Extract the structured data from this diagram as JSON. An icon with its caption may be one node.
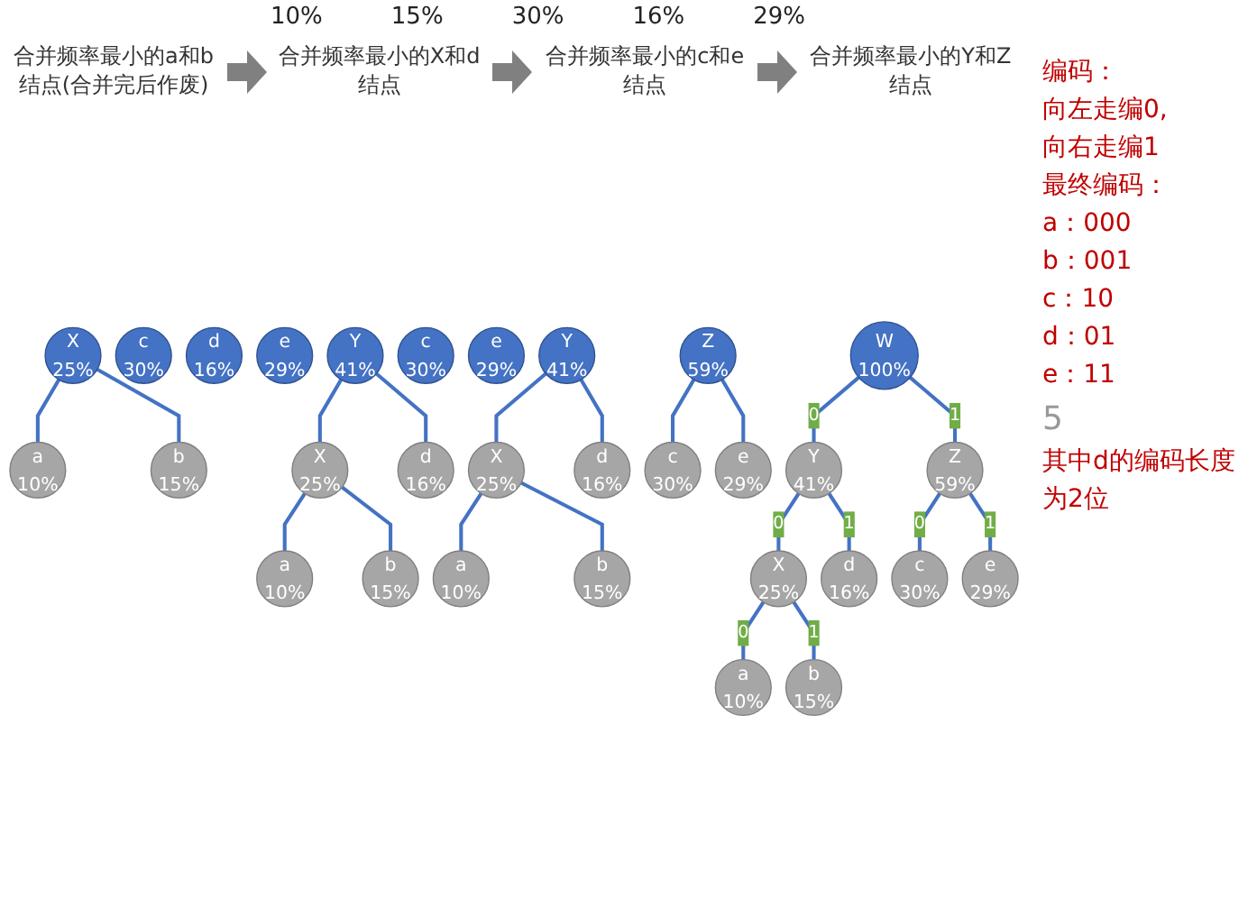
{
  "diagram": {
    "nodes": [
      {
        "text": [
          "X",
          "25%"
        ]
      },
      {
        "text": [
          "c",
          "30%"
        ]
      },
      {
        "text": [
          "d",
          "16%"
        ]
      },
      {
        "text": [
          "e",
          "29%"
        ]
      },
      {
        "text": [
          "a",
          "10%"
        ]
      },
      {
        "text": [
          "b",
          "15%"
        ]
      },
      {
        "text": [
          "Y",
          "41%"
        ]
      },
      {
        "text": [
          "X",
          "25%"
        ]
      },
      {
        "text": [
          "d",
          "16%"
        ]
      },
      {
        "text": [
          "c",
          "30%"
        ]
      },
      {
        "text": [
          "e",
          "29%"
        ]
      },
      {
        "text": [
          "a",
          "10%"
        ]
      },
      {
        "text": [
          "b",
          "15%"
        ]
      },
      {
        "text": [
          "Y",
          "41%"
        ]
      },
      {
        "text": [
          "Z",
          "59%"
        ]
      },
      {
        "text": [
          "X",
          "25%"
        ]
      },
      {
        "text": [
          "d",
          "16%"
        ]
      },
      {
        "text": [
          "c",
          "30%"
        ]
      },
      {
        "text": [
          "e",
          "29%"
        ]
      },
      {
        "text": [
          "a",
          "10%"
        ]
      },
      {
        "text": [
          "b",
          "15%"
        ]
      },
      {
        "text": [
          "W",
          "100%"
        ]
      },
      {
        "text": [
          "Y",
          "41%"
        ]
      },
      {
        "text": [
          "Z",
          "59%"
        ]
      },
      {
        "text": [
          "X",
          "25%"
        ]
      },
      {
        "text": [
          "d",
          "16%"
        ]
      },
      {
        "text": [
          "c",
          "30%"
        ]
      },
      {
        "text": [
          "e",
          "29%"
        ]
      },
      {
        "text": [
          "a",
          "10%"
        ]
      },
      {
        "text": [
          "b",
          "15%"
        ]
      }
    ],
    "edges": [
      {
        "from": 0,
        "to": 4,
        "arrow": "none"
      },
      {
        "from": 0,
        "to": 5,
        "arrow": "none"
      },
      {
        "from": 6,
        "to": 7,
        "arrow": "none"
      },
      {
        "from": 6,
        "to": 8,
        "arrow": "none"
      },
      {
        "from": 7,
        "to": 11,
        "arrow": "none"
      },
      {
        "from": 7,
        "to": 12,
        "arrow": "none"
      },
      {
        "from": 13,
        "to": 15,
        "arrow": "none"
      },
      {
        "from": 13,
        "to": 16,
        "arrow": "none"
      },
      {
        "from": 14,
        "to": 17,
        "arrow": "none"
      },
      {
        "from": 14,
        "to": 18,
        "arrow": "none"
      },
      {
        "from": 15,
        "to": 19,
        "arrow": "none"
      },
      {
        "from": 15,
        "to": 20,
        "arrow": "none"
      },
      {
        "from": 21,
        "to": 22,
        "arrow": "none",
        "label": "0"
      },
      {
        "from": 21,
        "to": 23,
        "arrow": "none",
        "label": "1"
      },
      {
        "from": 22,
        "to": 24,
        "arrow": "none",
        "label": "0"
      },
      {
        "from": 22,
        "to": 25,
        "arrow": "none",
        "label": "1"
      },
      {
        "from": 23,
        "to": 26,
        "arrow": "none",
        "label": "0"
      },
      {
        "from": 23,
        "to": 27,
        "arrow": "none",
        "label": "1"
      },
      {
        "from": 24,
        "to": 28,
        "arrow": "none",
        "label": "0"
      },
      {
        "from": 24,
        "to": 29,
        "arrow": "none",
        "label": "1"
      }
    ],
    "labels": [
      "10%",
      "15%",
      "30%",
      "16%",
      "29%",
      "合并频率最小的a和b结点(合并完后作废)",
      "合并频率最小的X和d结点",
      "合并频率最小的c和e结点",
      "合并频率最小的Y和Z结点",
      "编码：",
      "向左走编0,",
      "向右走编1",
      "最终编码：",
      "a：000",
      "b：001",
      "c：10",
      "d：01",
      "e：11",
      "5",
      "其中d的编码长度为2位"
    ]
  }
}
